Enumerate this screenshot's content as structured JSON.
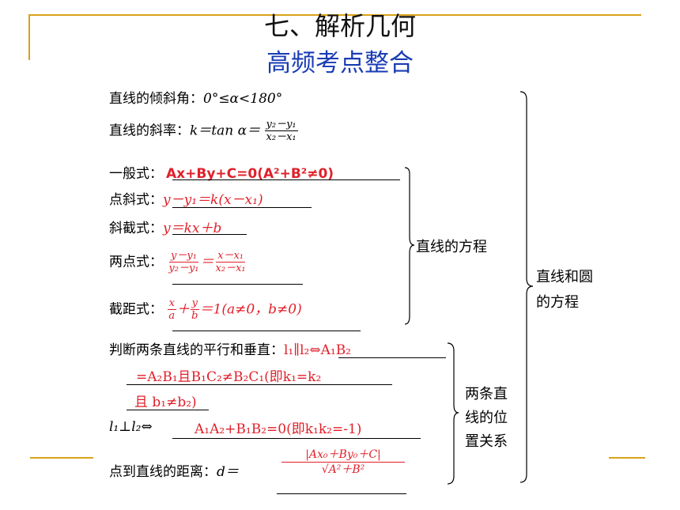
{
  "titles": {
    "main": "七、解析几何",
    "sub": "高频考点整合"
  },
  "incline": {
    "label": "直线的倾斜角：",
    "formula": "0°≤α<180°"
  },
  "slope": {
    "label": "直线的斜率：",
    "lhs": "k＝tan  α＝",
    "num": "y₂－y₁",
    "den": "x₂－x₁"
  },
  "forms": {
    "general": {
      "label": "一般式：",
      "eq": "Ax+By+C=0(A²+B²≠0)"
    },
    "point_slope": {
      "label": "点斜式：",
      "eq": "y－y₁＝k(x－x₁)"
    },
    "slope_intercept": {
      "label": "斜截式：",
      "eq": "y＝kx＋b"
    },
    "two_point": {
      "label": "两点式：",
      "ln": "y－y₁",
      "ld": "y₂－y₁",
      "rn": "x－x₁",
      "rd": "x₂－x₁",
      "eq_sign": "＝"
    },
    "intercept": {
      "label": "截距式：",
      "xn": "x",
      "xd": "a",
      "yn": "y",
      "yd": "b",
      "plus": "＋",
      "rest": "＝1(a≠0，b≠0)"
    }
  },
  "brace_labels": {
    "line_eq": "直线的方程",
    "line_circle": [
      "直线和圆",
      "的方程"
    ],
    "two_lines": [
      "两条直",
      "线的位",
      "置关系"
    ]
  },
  "parallel": {
    "label": "判断两条直线的平行和垂直：",
    "line1": "l₁∥l₂⇔A₁B₂",
    "line2": "=A₂B₁且B₁C₂≠B₂C₁(即k₁=k₂",
    "line3": "且 b₁≠b₂)"
  },
  "perpendicular": {
    "lhs": "l₁⊥l₂⇔",
    "eq": "A₁A₂+B₁B₂=0(即k₁k₂=-1)"
  },
  "distance": {
    "label": "点到直线的距离：",
    "lhs": "d＝",
    "num": "|Ax₀＋By₀＋C|",
    "den": "√A²＋B²"
  },
  "colors": {
    "accent": "#d9a21a",
    "title_blue": "#1a3cb4",
    "answer_red": "#e0202a"
  }
}
